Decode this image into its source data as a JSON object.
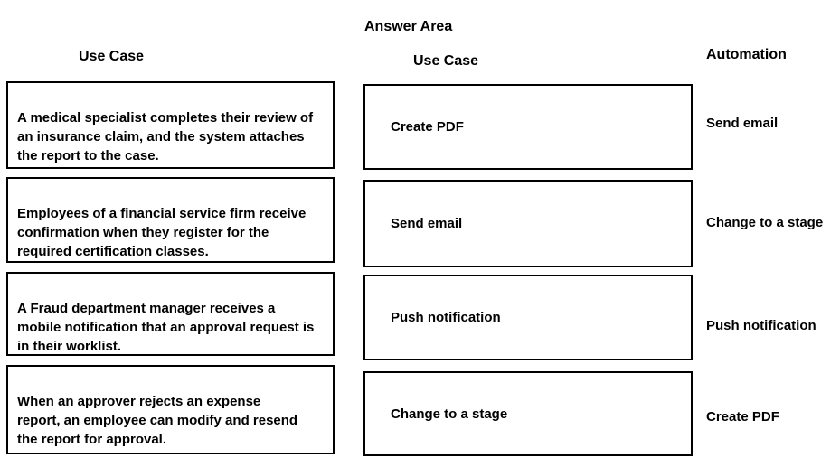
{
  "title": "Answer Area",
  "left_column": {
    "header": "Use Case",
    "items": [
      "A medical specialist completes their review of\nan insurance claim, and the system attaches\nthe report to the case.",
      "Employees of a financial service firm receive\nconfirmation when they register for the\nrequired certification classes.",
      "A Fraud department manager receives a\nmobile notification that an approval request is\nin their worklist.",
      "When an approver rejects an expense\nreport, an employee can modify and resend\nthe report for approval."
    ]
  },
  "middle_column": {
    "header": "Use Case",
    "items": [
      "Create PDF",
      "Send email",
      "Push notification",
      "Change to a stage"
    ]
  },
  "right_column": {
    "header": "Automation",
    "items": [
      "Send email",
      "Change to a stage",
      "Push notification",
      "Create PDF"
    ]
  },
  "colors": {
    "text": "#000000",
    "border": "#000000",
    "background": "#ffffff"
  }
}
